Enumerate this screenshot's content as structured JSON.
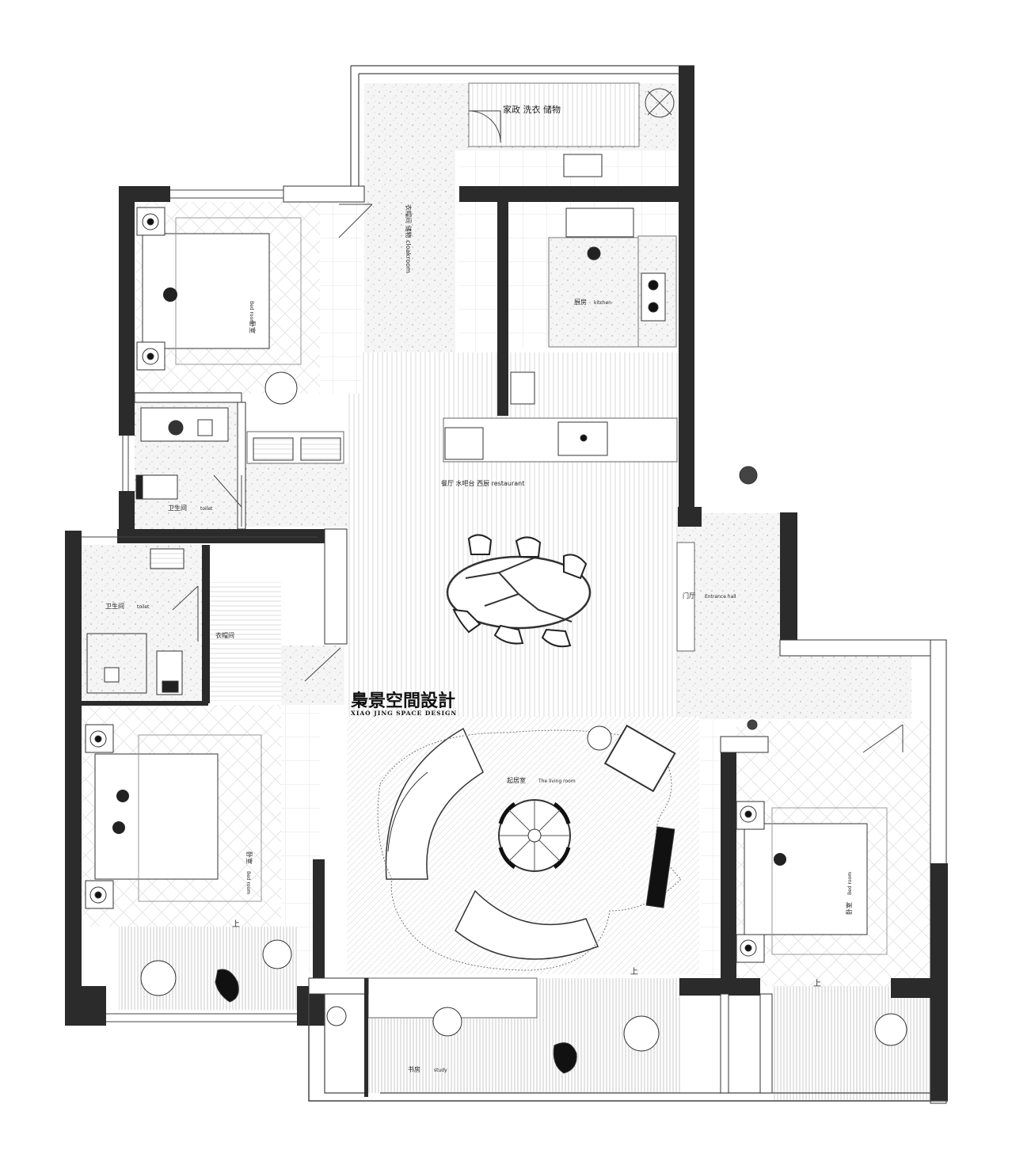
{
  "brand": {
    "name_cn": "梟景空間設計",
    "name_en": "XIAO JING SPACE DESIGN"
  },
  "rooms": {
    "utility": "家政 洗衣 储物",
    "cloakroom": "衣帽间 储物 cloakroom",
    "kitchen_cn": "厨房",
    "kitchen_en": "kitchen",
    "bedroom_nw_cn": "卧室",
    "bedroom_nw_en": "Bed room",
    "toilet_n_cn": "卫生间",
    "toilet_n_en": "toilet",
    "restaurant": "餐厅 水吧台 西厨 restaurant",
    "toilet_w_cn": "卫生间",
    "toilet_w_en": "toilet",
    "wardrobe_w": "衣帽间",
    "entrance_cn": "门厅",
    "entrance_en": "Entrance hall",
    "living_cn": "起居室",
    "living_en": "The living room",
    "bedroom_sw_cn": "卧室",
    "bedroom_sw_en": "Bed room",
    "bedroom_se_cn": "卧室",
    "bedroom_se_en": "Bed room",
    "study_cn": "书房",
    "study_en": "study"
  },
  "stair_marks": [
    "上",
    "上",
    "上"
  ],
  "colors": {
    "wall": "#2b2b2b",
    "floor_stone": "#f4f4f4",
    "line": "#888888",
    "background": "#ffffff"
  }
}
